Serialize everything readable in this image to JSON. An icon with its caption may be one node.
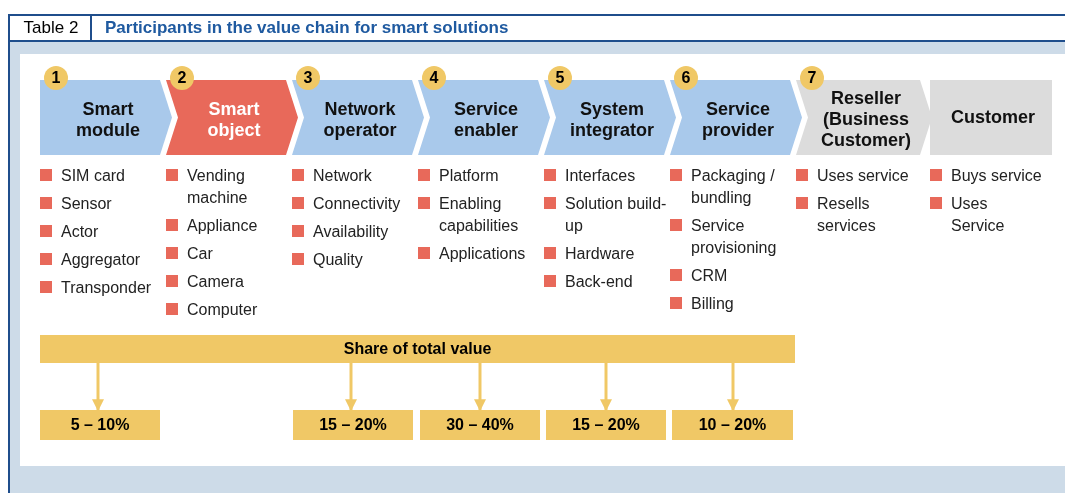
{
  "diagram": {
    "title": "Participants in the value chain for smart solutions",
    "nodes": [
      {
        "text": [
          "1",
          "Smart module"
        ],
        "beside": [
          "SIM card",
          "Sensor",
          "Actor",
          "Aggregator",
          "Transponder"
        ]
      },
      {
        "text": [
          "2",
          "Smart object"
        ],
        "beside": [
          "Vending machine",
          "Appliance",
          "Car",
          "Camera",
          "Computer"
        ]
      },
      {
        "text": [
          "3",
          "Network operator"
        ],
        "beside": [
          "Network",
          "Connectivity",
          "Availability",
          "Quality"
        ]
      },
      {
        "text": [
          "4",
          "Service enabler"
        ],
        "beside": [
          "Platform",
          "Enabling capabilities",
          "Applications"
        ]
      },
      {
        "text": [
          "5",
          "System integrator"
        ],
        "beside": [
          "Interfaces",
          "Solution build-up",
          "Hardware",
          "Back-end"
        ]
      },
      {
        "text": [
          "6",
          "Service provider"
        ],
        "beside": [
          "Packaging / bundling",
          "Service provisioning",
          "CRM",
          "Billing"
        ]
      },
      {
        "text": [
          "7",
          "Reseller (Business Customer)"
        ],
        "beside": [
          "Uses service",
          "Resells services"
        ]
      },
      {
        "text": [
          "Customer"
        ],
        "beside": [
          "Buys service",
          "Uses Service"
        ]
      },
      {
        "text": [
          "Share of total value"
        ]
      },
      {
        "text": [
          "5 – 10%"
        ]
      },
      {
        "text": [
          "15 – 20%"
        ]
      },
      {
        "text": [
          "30 – 40%"
        ]
      },
      {
        "text": [
          "15 – 20%"
        ]
      },
      {
        "text": [
          "10 – 20%"
        ]
      }
    ],
    "edges": [
      {
        "from": 8,
        "to": 9,
        "arrow": "to"
      },
      {
        "from": 8,
        "to": 10,
        "arrow": "to"
      },
      {
        "from": 8,
        "to": 11,
        "arrow": "to"
      },
      {
        "from": 8,
        "to": 12,
        "arrow": "to"
      },
      {
        "from": 8,
        "to": 13,
        "arrow": "to"
      }
    ],
    "labels": [
      "Table 2"
    ]
  }
}
